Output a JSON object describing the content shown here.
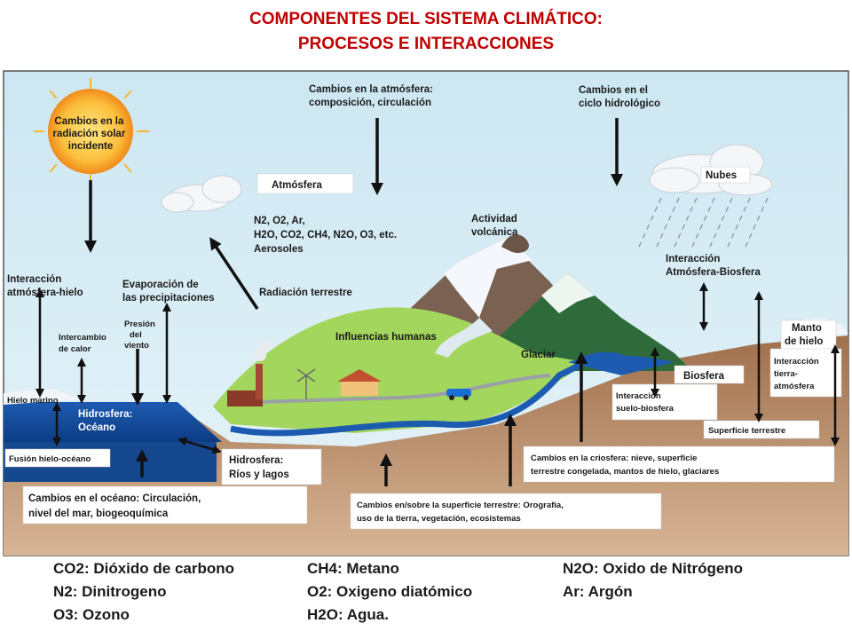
{
  "title": {
    "line1": "COMPONENTES DEL SISTEMA CLIMÁTICO:",
    "line2": "PROCESOS E INTERACCIONES"
  },
  "diagram": {
    "sun": [
      "Cambios en la",
      "radiación solar",
      "incidente"
    ],
    "atmosphere_changes": [
      "Cambios en la atmósfera:",
      "composición, circulación"
    ],
    "hydro_changes": [
      "Cambios en el",
      "ciclo hidrológico"
    ],
    "clouds": "Nubes",
    "atmosphere": "Atmósfera",
    "gases": [
      "N2, O2, Ar,",
      "H2O, CO2, CH4, N2O, O3, etc.",
      "Aerosoles"
    ],
    "volcanic": [
      "Actividad",
      "volcánica"
    ],
    "atm_ice": [
      "Interacción",
      "atmósfera-hielo"
    ],
    "evap": [
      "Evaporación de",
      "las precipitaciones"
    ],
    "terrestrial_radiation": "Radiación terrestre",
    "atm_bio": [
      "Interacción",
      "Atmósfera-Biosfera"
    ],
    "ice_sheet": [
      "Manto",
      "de hielo"
    ],
    "heat_exchange": [
      "Intercambio",
      "de calor"
    ],
    "wind_pressure": [
      "Presión",
      "del",
      "viento"
    ],
    "human_influence": "Influencias humanas",
    "glacier": "Glaciar",
    "land_atm": [
      "Interacción",
      "tierra-",
      "atmósfera"
    ],
    "biosphere": "Biosfera",
    "sea_ice": "Hielo marino",
    "hydro_ocean": [
      "Hidrosfera:",
      "Océano"
    ],
    "soil_bio": [
      "Interacción",
      "suelo-biosfera"
    ],
    "land_surface": "Superficie terrestre",
    "ice_ocean": "Fusión hielo-océano",
    "hydro_rivers": [
      "Hidrosfera:",
      "Ríos y lagos"
    ],
    "cryo_changes": [
      "Cambios en la criosfera: nieve, superficie",
      "terrestre congelada, mantos de hielo, glaciares"
    ],
    "ocean_changes": [
      "Cambios en el océano: Circulación,",
      "nivel del mar, biogeoquímica"
    ],
    "land_changes": [
      "Cambios en/sobre la superficie terrestre: Orografía,",
      "uso de la tierra, vegetación, ecosistemas"
    ]
  },
  "legend": {
    "col1": [
      "CO2: Dióxido de carbono",
      "N2: Dinitrogeno",
      "O3: Ozono"
    ],
    "col2": [
      "CH4: Metano",
      "O2: Oxigeno diatómico",
      "H2O: Agua."
    ],
    "col3": [
      "N2O: Oxido de Nitrógeno",
      "Ar: Argón"
    ]
  },
  "colors": {
    "title": "#c00000",
    "sky": "#cfe8f2",
    "ocean": "#1f5fb5",
    "soil": "#b88660",
    "grass": "#9fd45a",
    "mountain_dark": "#2f6b3a",
    "sun": "#f5a623"
  }
}
